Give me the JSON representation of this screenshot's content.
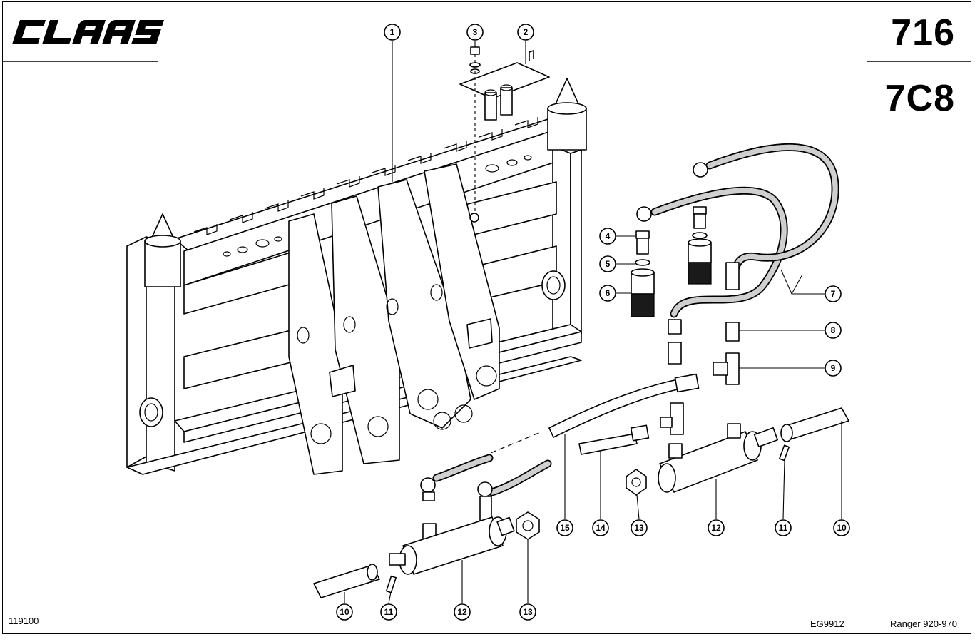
{
  "header": {
    "brand": "CLAAS",
    "page_number_top": "716",
    "page_number_bottom": "7C8"
  },
  "footer": {
    "left_code": "119100",
    "drawing_code": "EG9912",
    "model": "Ranger 920-970"
  },
  "callouts": [
    {
      "label": "1"
    },
    {
      "label": "2"
    },
    {
      "label": "3"
    },
    {
      "label": "4"
    },
    {
      "label": "5"
    },
    {
      "label": "6"
    },
    {
      "label": "7"
    },
    {
      "label": "8"
    },
    {
      "label": "9"
    },
    {
      "label": "15"
    },
    {
      "label": "14"
    },
    {
      "label": "13"
    },
    {
      "label": "12"
    },
    {
      "label": "11"
    },
    {
      "label": "10"
    },
    {
      "label": "10"
    },
    {
      "label": "11"
    },
    {
      "label": "12"
    },
    {
      "label": "13"
    }
  ],
  "colors": {
    "ink": "#000000",
    "paper": "#ffffff",
    "hose_fill": "#cfcfcf"
  },
  "icons": {
    "logo": "claas-logo"
  }
}
